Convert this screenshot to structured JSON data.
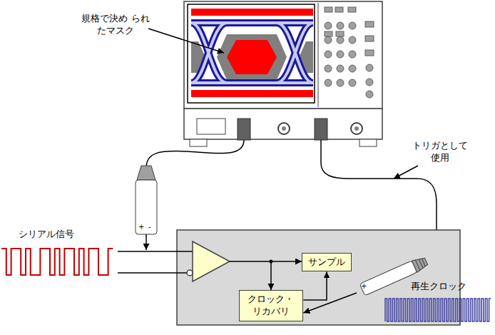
{
  "diagram": {
    "nodes": [
      {
        "text": [
          "サンプル"
        ]
      },
      {
        "text": [
          "クロック・ リカバリ"
        ]
      }
    ],
    "edges": [
      {
        "from": 1,
        "to": 0,
        "arrow": "to"
      }
    ],
    "labels": [
      "規格で決め られたマスク",
      "トリガとして 使用",
      "シリアル信号",
      "再生クロック",
      "+",
      "-",
      "+"
    ]
  }
}
